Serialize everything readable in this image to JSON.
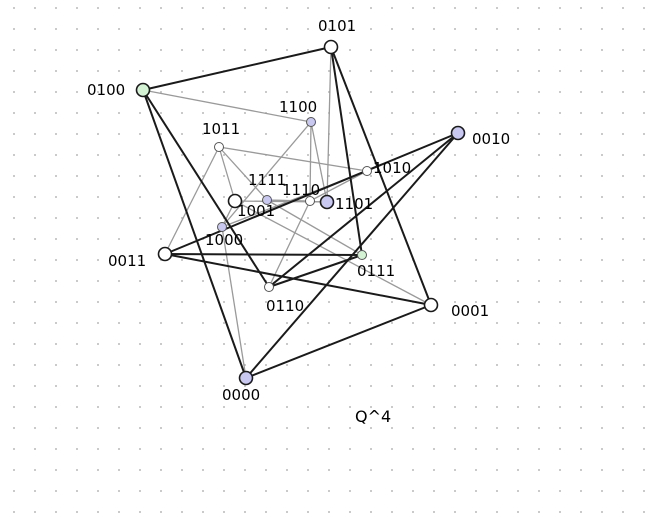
{
  "caption": "Q^4",
  "colors": {
    "background": "#ffffff",
    "grid_dot": "#b9b9b9",
    "outer_edge": "#1a1a1a",
    "inner_edge": "#9a9a9a",
    "vertex_white": "#ffffff",
    "vertex_blue": "#c8c8f0",
    "vertex_green": "#d4f2d4"
  },
  "vertices": [
    {
      "id": "0000",
      "label": "0000",
      "fill": "blue",
      "size": "large"
    },
    {
      "id": "0001",
      "label": "0001",
      "fill": "white",
      "size": "large"
    },
    {
      "id": "0010",
      "label": "0010",
      "fill": "blue",
      "size": "large"
    },
    {
      "id": "0011",
      "label": "0011",
      "fill": "white",
      "size": "large"
    },
    {
      "id": "0100",
      "label": "0100",
      "fill": "green",
      "size": "large"
    },
    {
      "id": "0101",
      "label": "0101",
      "fill": "white",
      "size": "large"
    },
    {
      "id": "0110",
      "label": "0110",
      "fill": "white",
      "size": "small"
    },
    {
      "id": "0111",
      "label": "0111",
      "fill": "green",
      "size": "small"
    },
    {
      "id": "1000",
      "label": "1000",
      "fill": "blue",
      "size": "small"
    },
    {
      "id": "1001",
      "label": "1001",
      "fill": "white",
      "size": "large"
    },
    {
      "id": "1010",
      "label": "1010",
      "fill": "white",
      "size": "small"
    },
    {
      "id": "1011",
      "label": "1011",
      "fill": "white",
      "size": "small"
    },
    {
      "id": "1100",
      "label": "1100",
      "fill": "blue",
      "size": "small"
    },
    {
      "id": "1101",
      "label": "1101",
      "fill": "blue",
      "size": "large"
    },
    {
      "id": "1110",
      "label": "1110",
      "fill": "white",
      "size": "small"
    },
    {
      "id": "1111",
      "label": "1111",
      "fill": "blue",
      "size": "small"
    }
  ]
}
